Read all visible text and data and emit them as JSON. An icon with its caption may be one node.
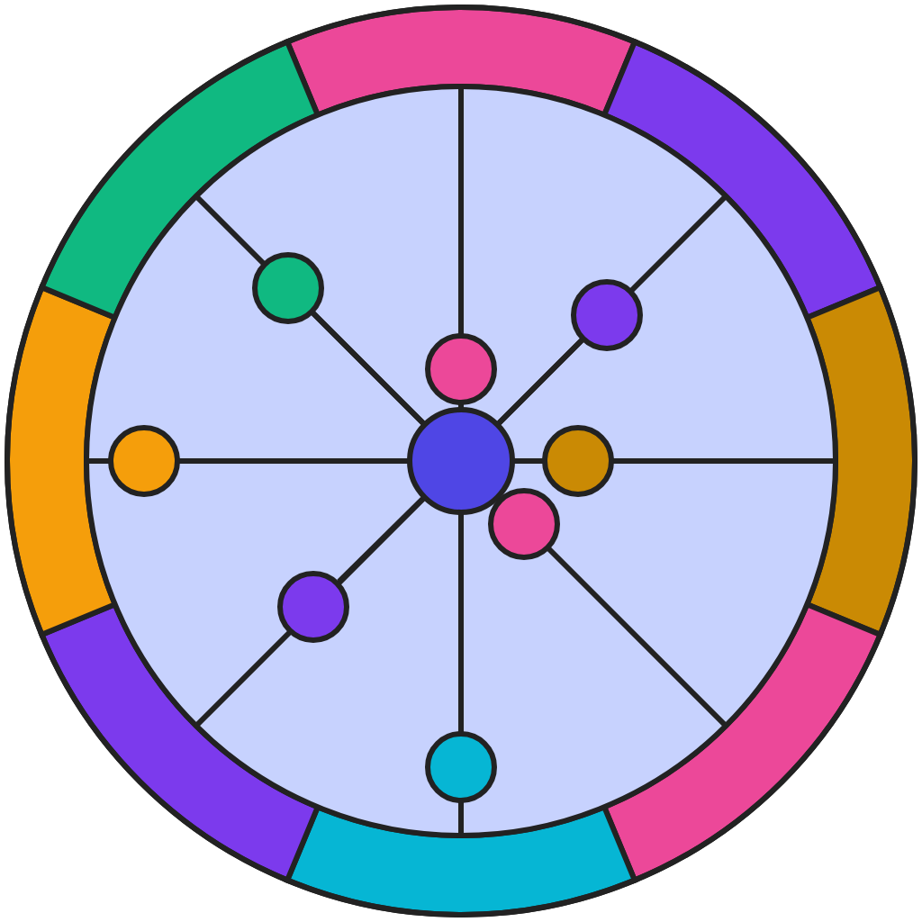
{
  "diagram": {
    "nodes": [
      {
        "text": [],
        "shape": "circle"
      },
      {
        "text": [],
        "shape": "circle"
      },
      {
        "text": [],
        "shape": "circle"
      },
      {
        "text": [],
        "shape": "circle"
      },
      {
        "text": [],
        "shape": "circle"
      },
      {
        "text": [],
        "shape": "circle"
      },
      {
        "text": [],
        "shape": "circle"
      },
      {
        "text": [],
        "shape": "circle"
      },
      {
        "text": [],
        "shape": "circle"
      }
    ],
    "edges": [
      {
        "from": 4,
        "to": 0,
        "arrow": "none"
      },
      {
        "from": 4,
        "to": 1,
        "arrow": "none"
      },
      {
        "from": 4,
        "to": 3,
        "arrow": "none"
      },
      {
        "from": 4,
        "to": 5,
        "arrow": "none"
      },
      {
        "from": 4,
        "to": 7,
        "arrow": "none"
      },
      {
        "from": 4,
        "to": 8,
        "arrow": "none"
      }
    ]
  }
}
